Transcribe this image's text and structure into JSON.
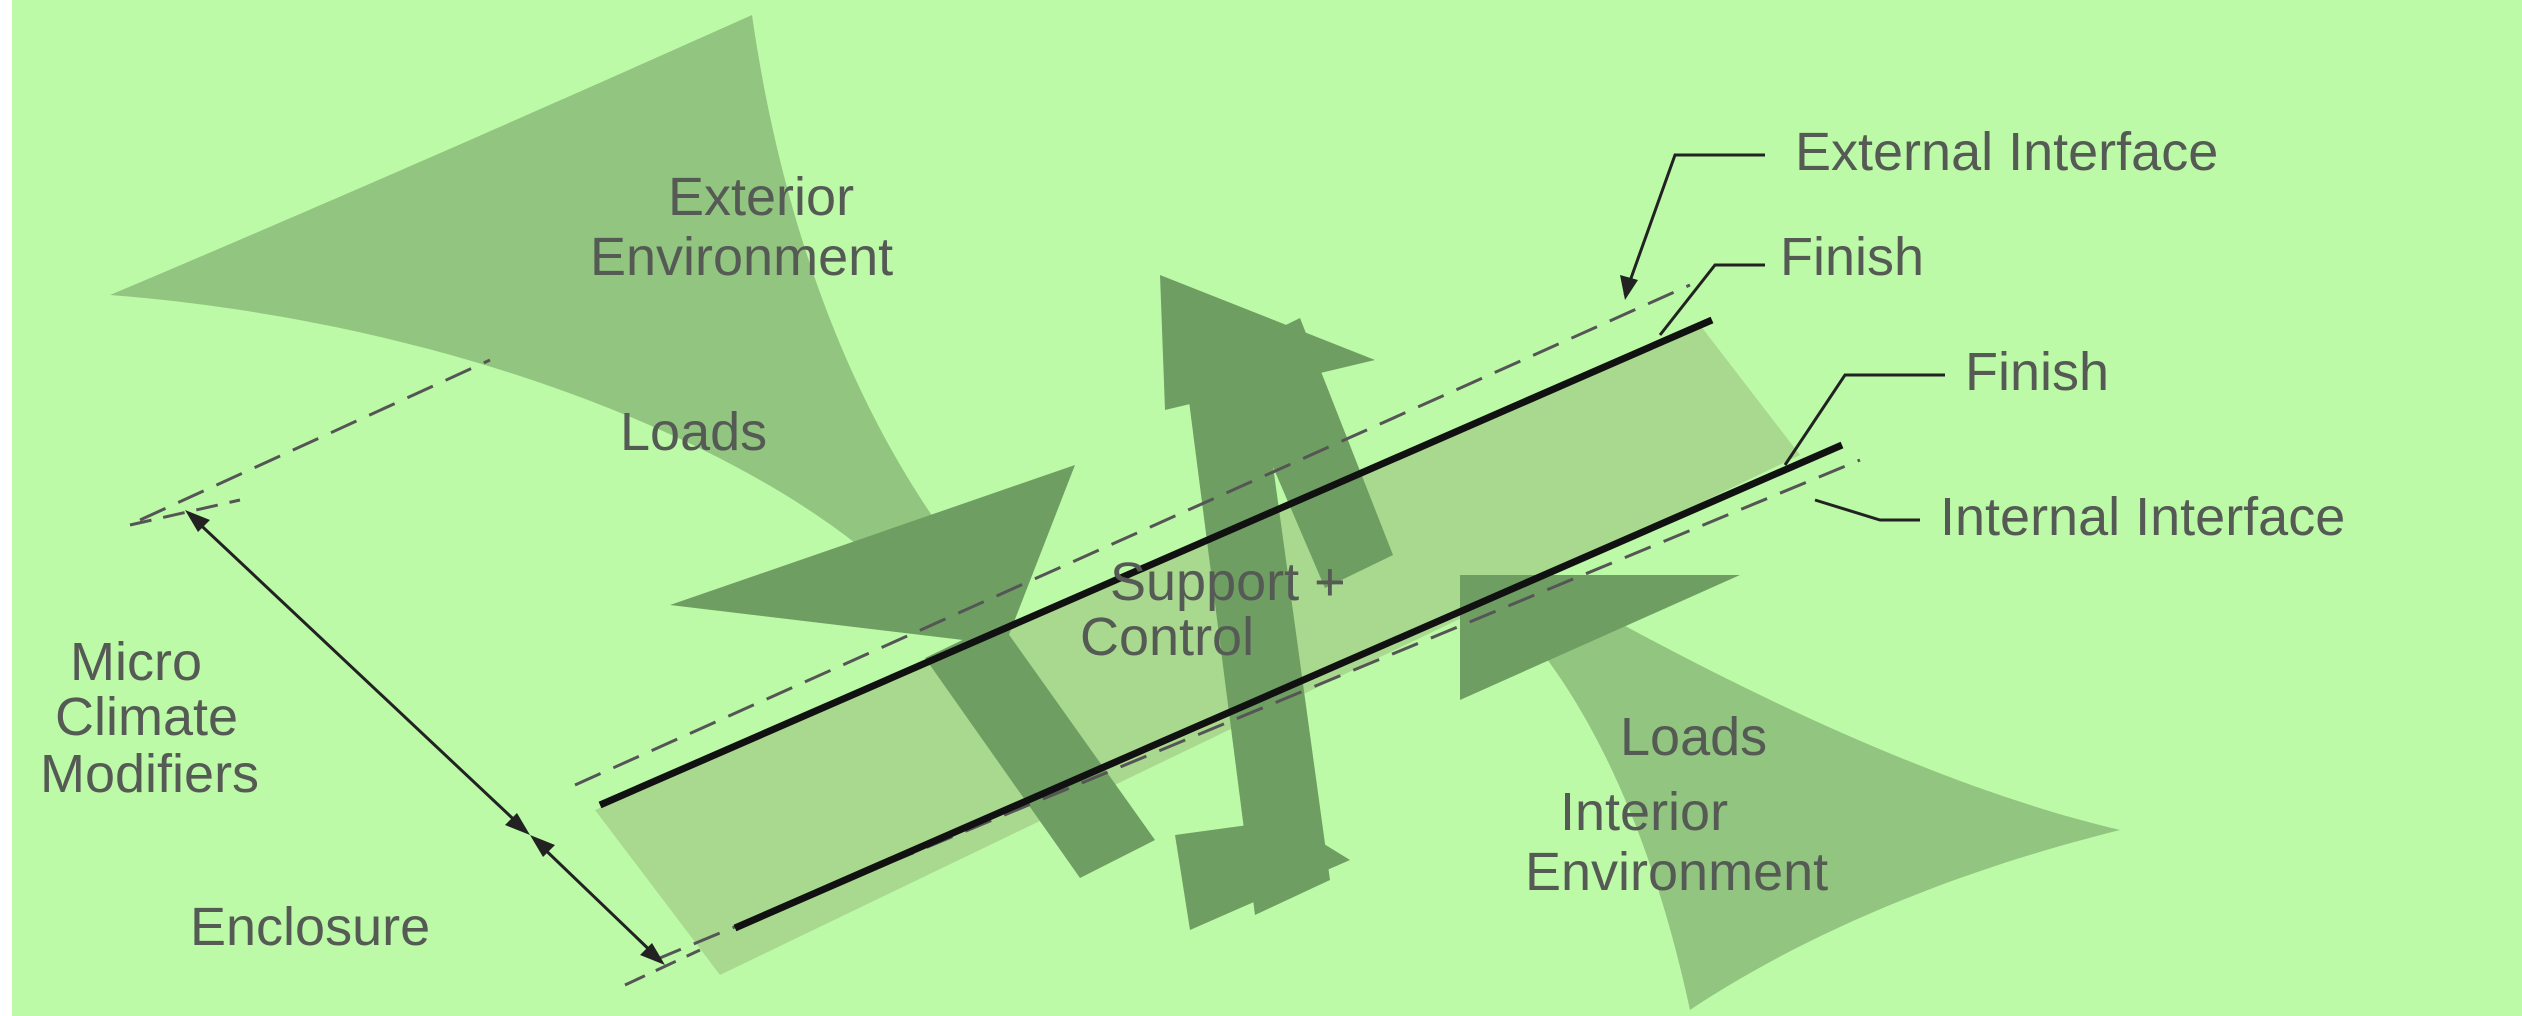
{
  "colors": {
    "background": "#bdfaa8",
    "band": "#a9d98e",
    "load_shape": "#8dbf7a",
    "load_shape_dark": "#6f9e63",
    "arrow": "#6e9e62",
    "line": "#111111",
    "dashed": "#555555",
    "text": "#555a55"
  },
  "labels": {
    "exterior_line1": "Exterior",
    "exterior_line2": "Environment",
    "loads_top": "Loads",
    "external_interface": "External Interface",
    "finish_top": "Finish",
    "finish_bottom": "Finish",
    "internal_interface": "Internal Interface",
    "support_line1": "Support +",
    "support_line2": "Control",
    "micro_line1": "Micro",
    "micro_line2": "Climate",
    "micro_line3": "Modifiers",
    "enclosure": "Enclosure",
    "loads_bottom": "Loads",
    "interior_line1": "Interior",
    "interior_line2": "Environment"
  }
}
